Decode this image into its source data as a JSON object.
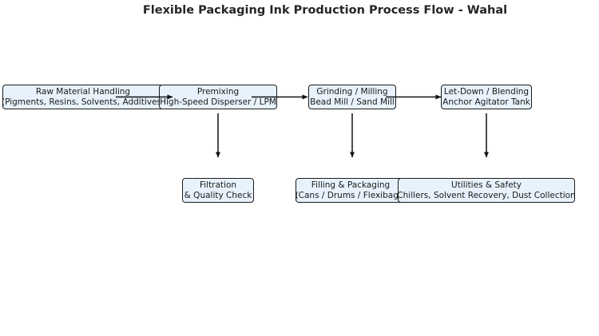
{
  "title": "Flexible Packaging Ink Production Process Flow - Wahal",
  "steps": {
    "raw_material": {
      "line1": "Raw Material Handling",
      "line2": "(Pigments, Resins, Solvents, Additives)"
    },
    "premixing": {
      "line1": "Premixing",
      "line2": "High-Speed Disperser / LPM"
    },
    "grinding": {
      "line1": "Grinding / Milling",
      "line2": "Bead Mill / Sand Mill"
    },
    "letdown": {
      "line1": "Let-Down / Blending",
      "line2": "Anchor Agitator Tank"
    },
    "filtration": {
      "line1": "Filtration",
      "line2": "& Quality Check"
    },
    "filling": {
      "line1": "Filling & Packaging",
      "line2": "(Cans / Drums / Flexibags)"
    },
    "utilities": {
      "line1": "Utilities & Safety",
      "line2": "Chillers, Solvent Recovery, Dust Collection"
    }
  }
}
